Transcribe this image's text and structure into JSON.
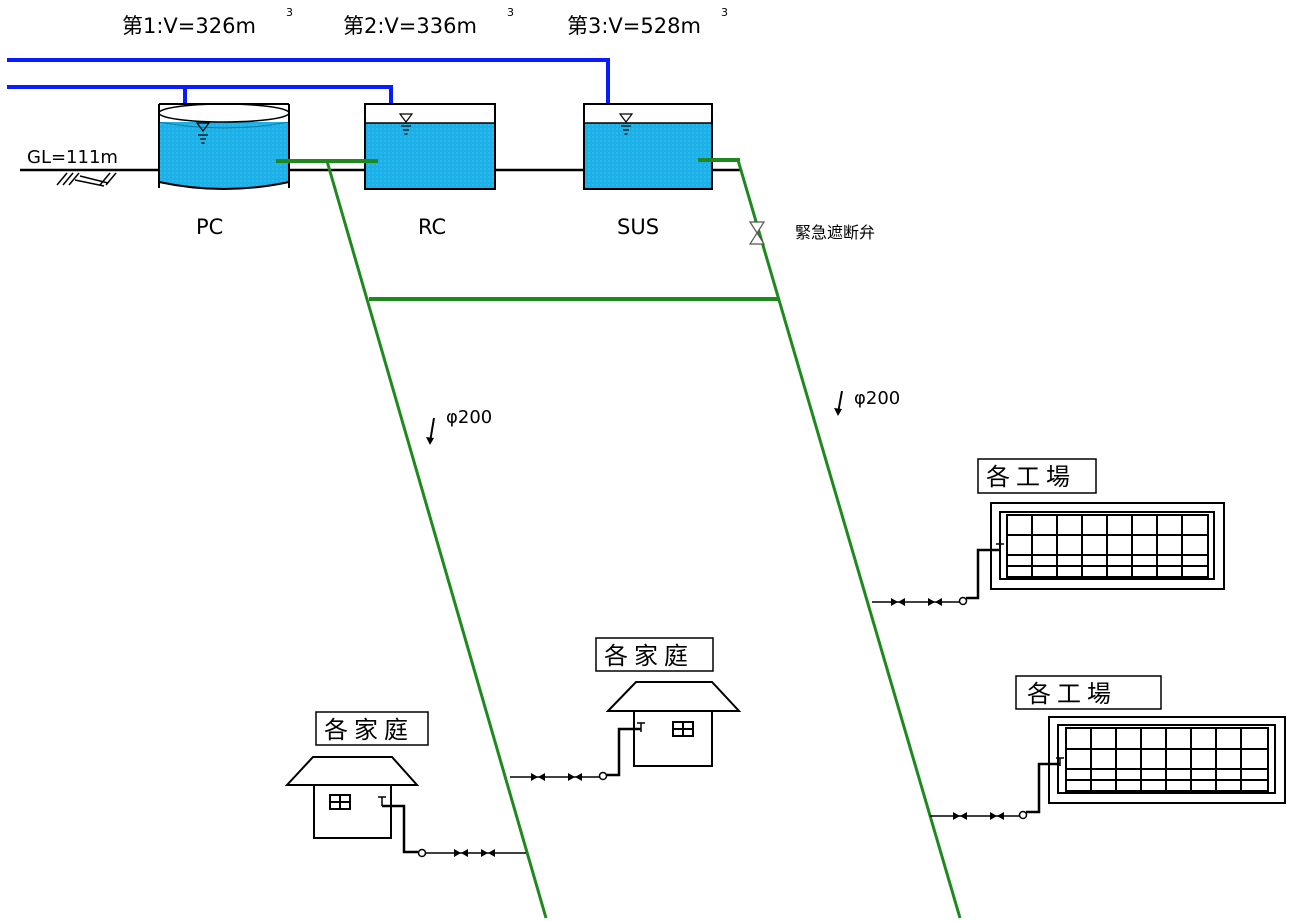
{
  "tanks": [
    {
      "volume_label": "第1:V=326m",
      "name": "PC"
    },
    {
      "volume_label": "第2:V=336m",
      "name": "RC"
    },
    {
      "volume_label": "第3:V=528m",
      "name": "SUS"
    }
  ],
  "volume_unit_sup": "3",
  "ground_level": "GL=111m",
  "emergency_valve": "緊急遮断弁",
  "pipe_left": "φ200",
  "pipe_right": "φ200",
  "household_label": "各家庭",
  "factory_label": "各工場",
  "colors": {
    "water": "#1bb1e8",
    "supply_pipe": "#0a1cff",
    "main_pipe": "#1e8a1e",
    "line": "#000000"
  }
}
